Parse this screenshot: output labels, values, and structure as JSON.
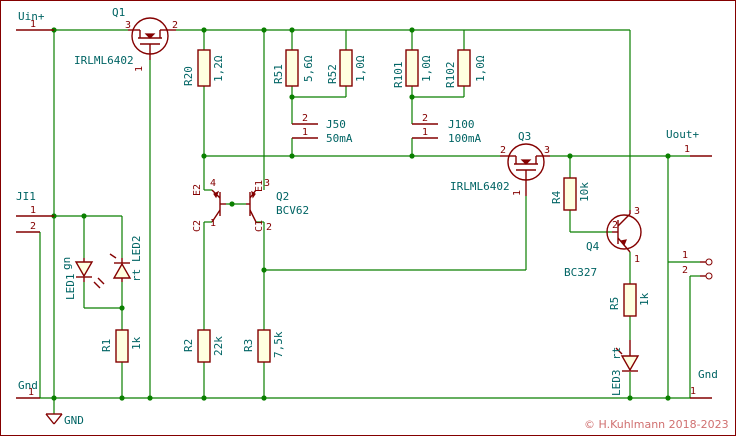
{
  "connectors": {
    "uin": "Uin+",
    "uout": "Uout+",
    "gnd_in": "Gnd",
    "gnd_out": "Gnd",
    "ji1": "JI1",
    "j50": "J50",
    "j50_value": "50mA",
    "j100": "J100",
    "j100_value": "100mA",
    "gnd_symbol": "GND"
  },
  "components": {
    "q1": {
      "ref": "Q1",
      "value": "IRLML6402"
    },
    "q2": {
      "ref": "Q2",
      "value": "BCV62"
    },
    "q3": {
      "ref": "Q3",
      "value": "IRLML6402"
    },
    "q4": {
      "ref": "Q4",
      "value": "BC327"
    },
    "r20": {
      "ref": "R20",
      "value": "1,2Ω"
    },
    "r51": {
      "ref": "R51",
      "value": "5,6Ω"
    },
    "r52": {
      "ref": "R52",
      "value": "1,0Ω"
    },
    "r101": {
      "ref": "R101",
      "value": "1,0Ω"
    },
    "r102": {
      "ref": "R102",
      "value": "1,0Ω"
    },
    "r1": {
      "ref": "R1",
      "value": "1k"
    },
    "r2": {
      "ref": "R2",
      "value": "22k"
    },
    "r3": {
      "ref": "R3",
      "value": "7,5k"
    },
    "r4": {
      "ref": "R4",
      "value": "10k"
    },
    "r5": {
      "ref": "R5",
      "value": "1k"
    },
    "led1": {
      "ref": "LED1",
      "value": "gn"
    },
    "led2": {
      "ref": "LED2",
      "value": "rt"
    },
    "led3": {
      "ref": "LED3",
      "value": "rt"
    }
  },
  "pins": {
    "p1": "1",
    "p2": "2",
    "p3": "3",
    "p4": "4",
    "e1": "E1",
    "e2": "E2",
    "c1": "C1",
    "c2": "C2"
  },
  "copyright": "© H.Kuhlmann 2018-2023",
  "colors": {
    "wire": "#0a7f00",
    "part": "#840000",
    "label": "#006464",
    "body_fill": "#ffffe0",
    "border": "#840000"
  }
}
